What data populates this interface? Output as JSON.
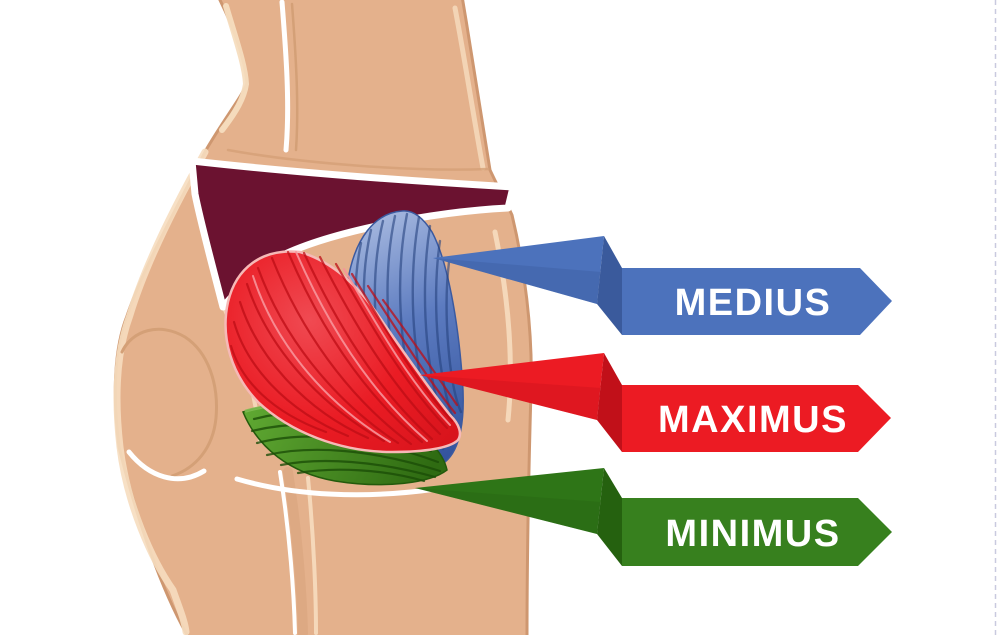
{
  "labels": {
    "medius": {
      "text": "MEDIUS",
      "banner": "#4C72BC",
      "fold": "#3A5A9C",
      "wedge": "#4C72BC",
      "text_color": "#FFFFFF"
    },
    "maximus": {
      "text": "MAXIMUS",
      "banner": "#EC1B23",
      "fold": "#C11019",
      "wedge": "#EC1B23",
      "text_color": "#FFFFFF"
    },
    "minimus": {
      "text": "MINIMUS",
      "banner": "#37801E",
      "fold": "#25610F",
      "wedge": "#2E7517",
      "text_color": "#FFFFFF"
    }
  },
  "muscles": {
    "medius": {
      "light": "#ADBEE2",
      "mid": "#5C7BC0",
      "dark": "#31519B",
      "outline": "#3B5AA0"
    },
    "maximus": {
      "light": "#F04A52",
      "mid": "#EA1C24",
      "dark": "#D8141C",
      "outline": "#F6B9B7"
    },
    "minimus": {
      "light": "#5FA832",
      "dark": "#2F6B12",
      "outline": "#235A0C"
    }
  },
  "body": {
    "skin": "#E4B18C",
    "underwear": "#6B1230"
  },
  "canvas": {
    "background": "#FFFFFF",
    "border_dash": "#C9CADF"
  }
}
